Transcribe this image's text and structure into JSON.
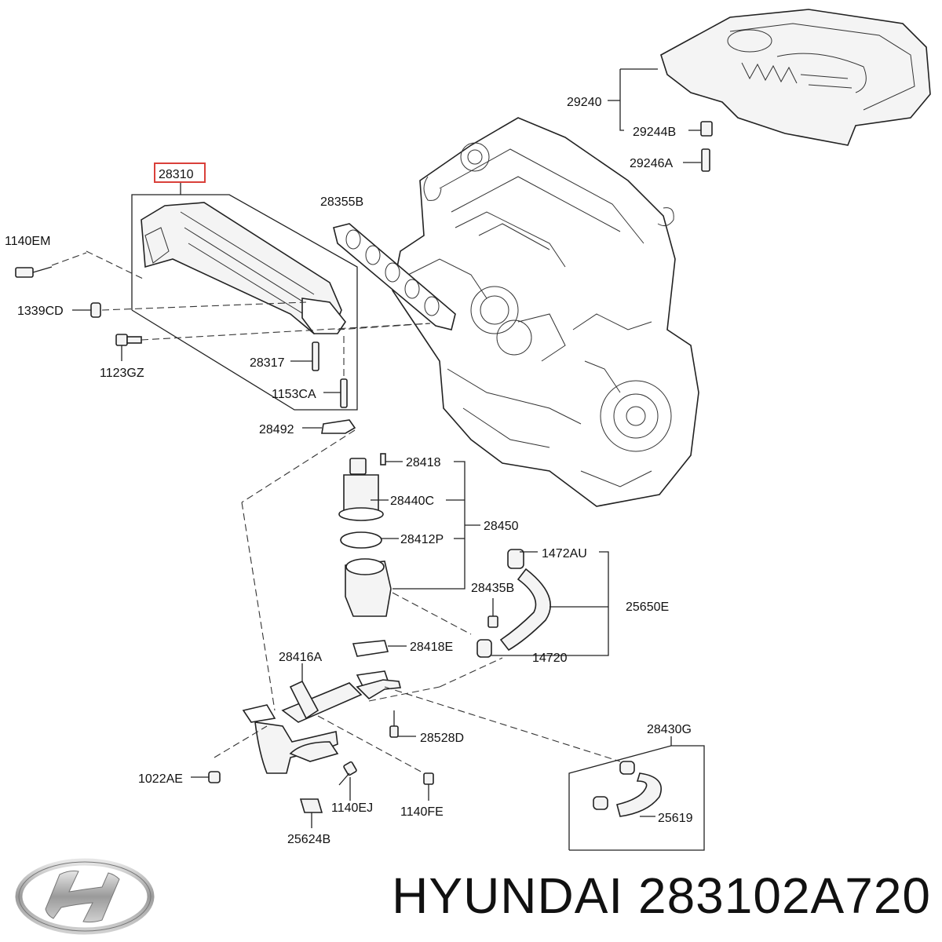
{
  "diagram": {
    "brand": "HYUNDAI",
    "part_number": "283102A720",
    "highlighted_part": "28310",
    "labels": {
      "p29240": "29240",
      "p29244B": "29244B",
      "p29246A": "29246A",
      "p28310": "28310",
      "p28355B": "28355B",
      "p1140EM": "1140EM",
      "p1339CD": "1339CD",
      "p1123GZ": "1123GZ",
      "p28317": "28317",
      "p1153CA": "1153CA",
      "p28492": "28492",
      "p28418": "28418",
      "p28440C": "28440C",
      "p28450": "28450",
      "p28412P": "28412P",
      "p1472AU": "1472AU",
      "p28435B": "28435B",
      "p25650E": "25650E",
      "p28418E": "28418E",
      "p14720": "14720",
      "p28416A": "28416A",
      "p28528D": "28528D",
      "p28430G": "28430G",
      "p1022AE": "1022AE",
      "p1140EJ": "1140EJ",
      "p1140FE": "1140FE",
      "p25619": "25619",
      "p25624B": "25624B"
    },
    "colors": {
      "highlight_box": "#d9403a",
      "line": "#222222"
    },
    "logo": "hyundai-logo"
  }
}
